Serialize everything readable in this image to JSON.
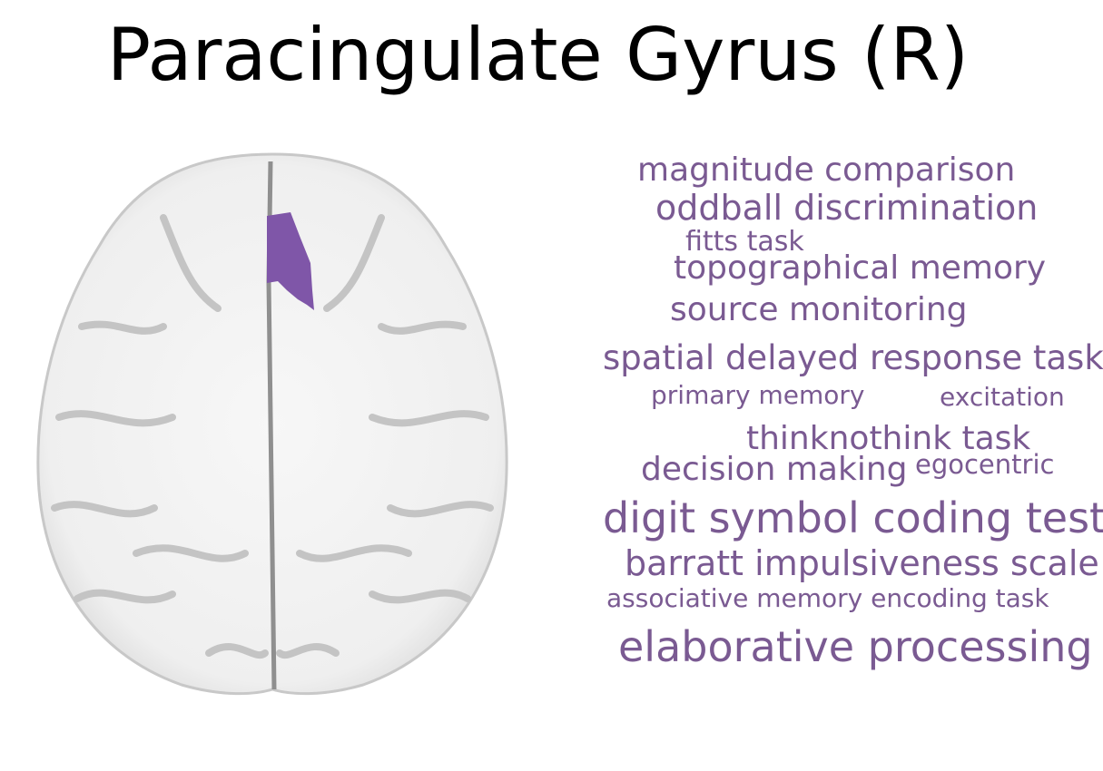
{
  "title": "Paracingulate Gyrus (R)",
  "colors": {
    "region": "#7f56a8",
    "word": "#7a5a92",
    "brain_fill": "#f3f3f3",
    "brain_sulci": "#b9b9b9"
  },
  "words": [
    "magnitude comparison",
    "oddball discrimination",
    "fitts task",
    "topographical memory",
    "source monitoring",
    "spatial delayed response task",
    "primary memory",
    "excitation",
    "thinknothink task",
    "decision making",
    "egocentric",
    "digit symbol coding test",
    "barratt impulsiveness scale",
    "associative memory encoding task",
    "elaborative processing"
  ]
}
